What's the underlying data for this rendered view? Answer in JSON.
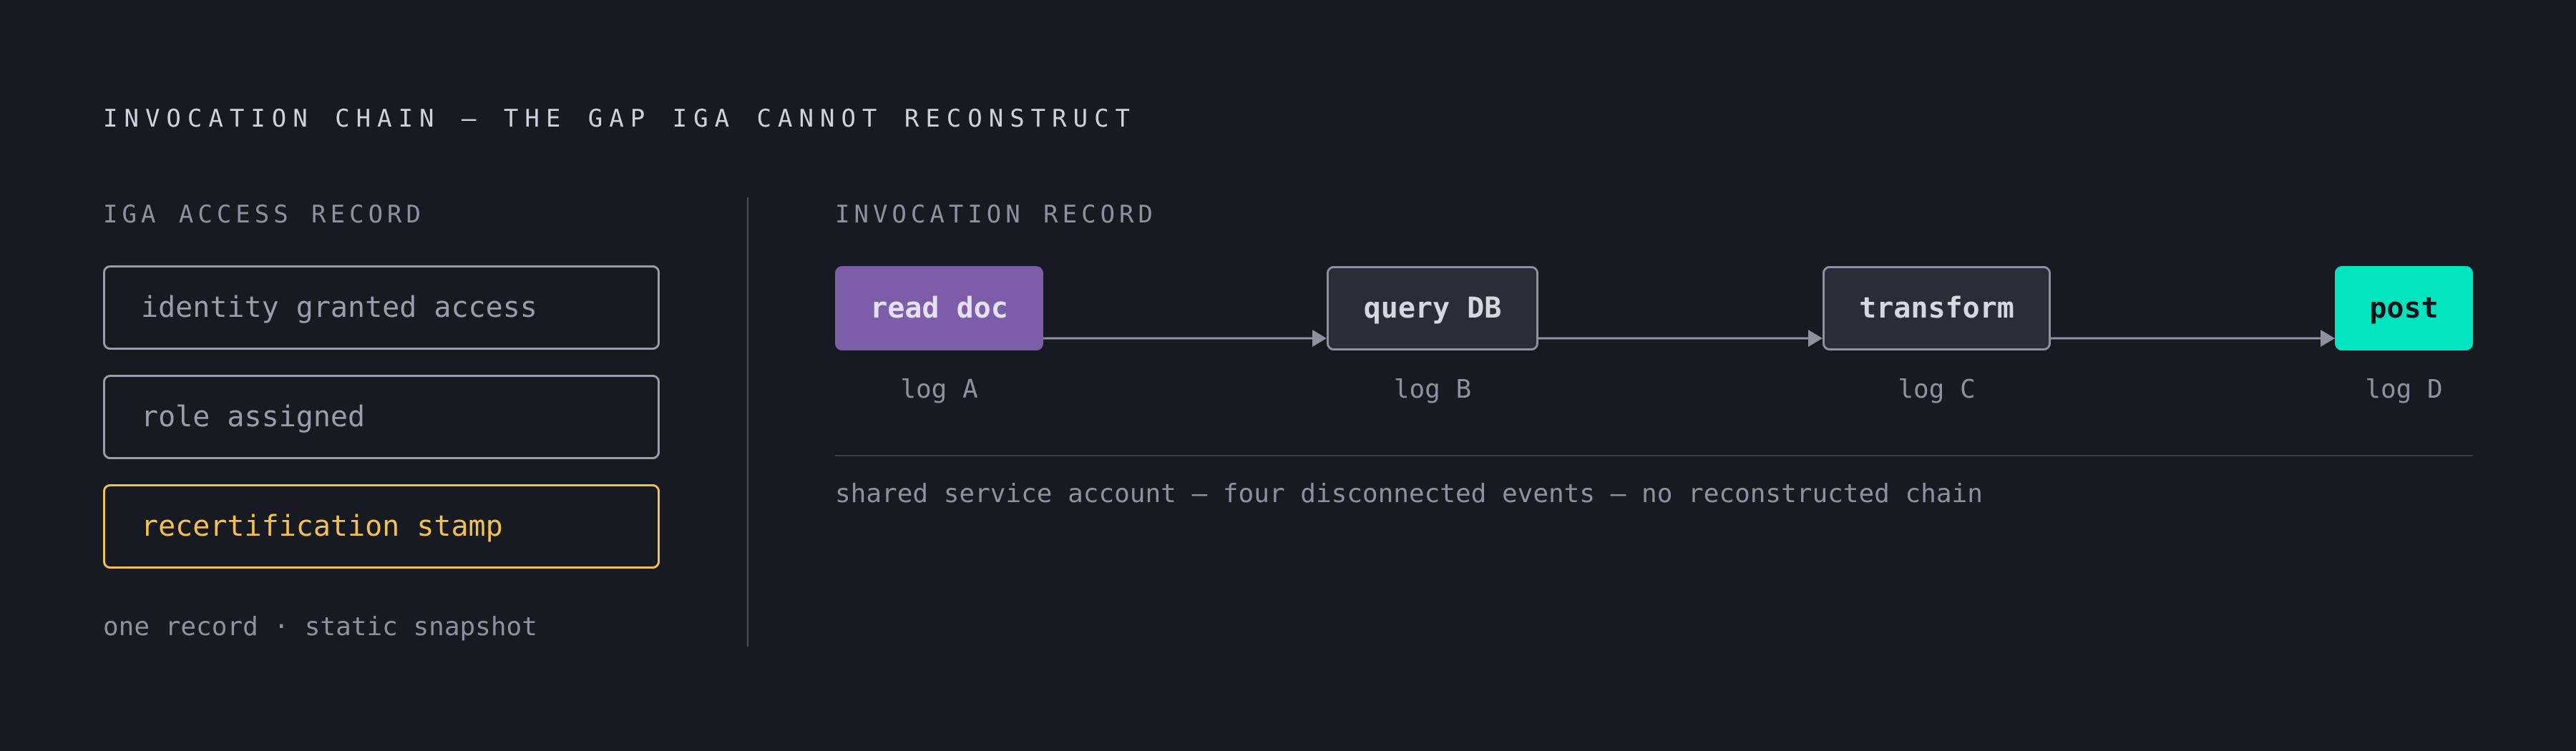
{
  "title": "INVOCATION CHAIN — THE GAP IGA CANNOT RECONSTRUCT",
  "left_panel": {
    "label": "IGA ACCESS RECORD",
    "items": [
      "identity granted access",
      "role assigned",
      "recertification stamp"
    ],
    "caption": "one record · static snapshot"
  },
  "right_panel": {
    "label": "INVOCATION RECORD",
    "nodes": [
      {
        "label": "read doc",
        "log": "log A"
      },
      {
        "label": "query DB",
        "log": "log B"
      },
      {
        "label": "transform",
        "log": "log C"
      },
      {
        "label": "post",
        "log": "log D"
      }
    ],
    "footnote": "shared service account — four disconnected events — no reconstructed chain"
  },
  "colors": {
    "background": "#181a22",
    "read_doc": "#7b5ea7",
    "post": "#00e5c0",
    "highlight": "#f2c14e"
  }
}
